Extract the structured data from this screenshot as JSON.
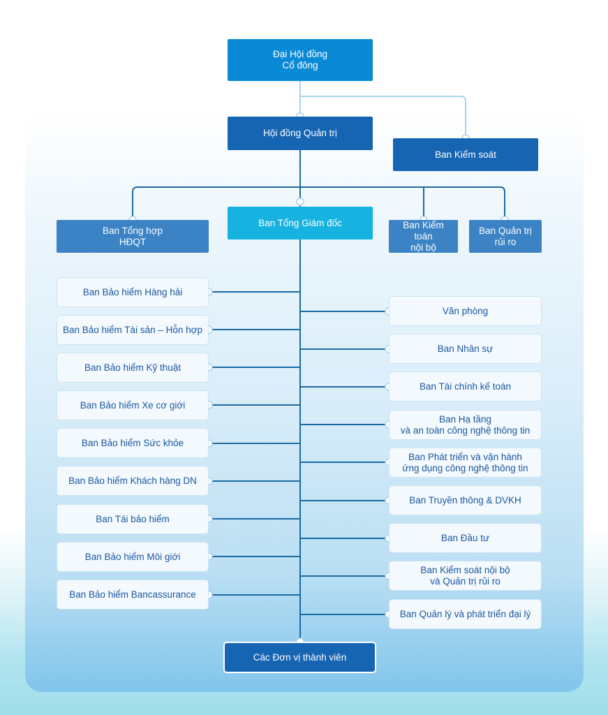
{
  "top": {
    "shareholders": "Đại Hội đồng\nCổ đông",
    "board": "Hội đồng Quản trị",
    "supervisory": "Ban Kiểm soát",
    "general_office": "Ban Tổng hợp\nHĐQT",
    "ceo": "Ban Tổng Giám đốc",
    "internal_audit": "Ban Kiểm toán\nnội bộ",
    "risk_management": "Ban Quản trị\nrủi ro"
  },
  "left_units": [
    "Ban Bảo hiểm Hàng hải",
    "Ban Bảo hiểm Tài sản – Hỗn hợp",
    "Ban Bảo hiểm Kỹ thuật",
    "Ban Bảo hiểm Xe cơ giới",
    "Ban Bảo hiểm Sức khỏe",
    "Ban Bảo hiểm Khách hàng DN",
    "Ban Tái bảo hiểm",
    "Ban Bảo hiểm Môi giới",
    "Ban Bảo hiểm Bancassurance"
  ],
  "right_units": [
    "Văn phòng",
    "Ban Nhân sự",
    "Ban Tài chính kế toán",
    "Ban Hạ tầng\nvà an toàn công nghệ thông tin",
    "Ban Phát triển và vận hành\nứng dụng công nghệ thông tin",
    "Ban Truyền thông & DVKH",
    "Ban Đầu tư",
    "Ban Kiểm soát nội bộ\nvà Quản trị rủi ro",
    "Ban Quản lý và phát triển đại lý"
  ],
  "bottom": {
    "members": "Các Đơn vị thành viên"
  },
  "colors": {
    "line": "#1a6aa3",
    "connector_line": "#a9d3ec",
    "dark_box": "#1565b3",
    "bright_box": "#0a8ad6",
    "cyan_box": "#16b3e0",
    "mid_box": "#3b83c4",
    "light_box_text": "#1a57a0"
  }
}
